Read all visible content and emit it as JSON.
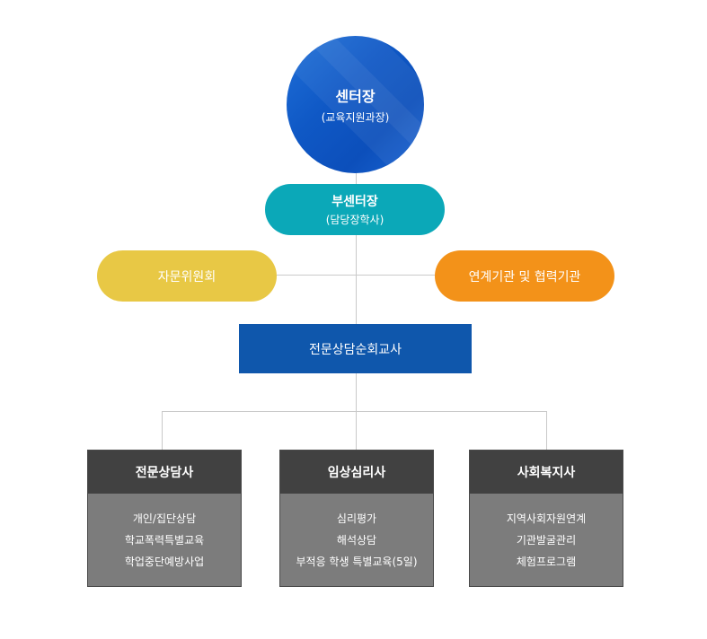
{
  "center": {
    "title": "센터장",
    "subtitle": "(교육지원과장)"
  },
  "vice": {
    "title": "부센터장",
    "subtitle": "(담당장학사)"
  },
  "advisory": {
    "label": "자문위원회"
  },
  "partner": {
    "label": "연계기관 및 협력기관"
  },
  "counselor_teacher": {
    "label": "전문상담순회교사"
  },
  "teams": [
    {
      "title": "전문상담사",
      "items": [
        "개인/집단상담",
        "학교폭력특별교육",
        "학업중단예방사업"
      ]
    },
    {
      "title": "임상심리사",
      "items": [
        "심리평가",
        "해석상담",
        "부적응 학생 특별교육(5일)"
      ]
    },
    {
      "title": "사회복지사",
      "items": [
        "지역사회자원연계",
        "기관발굴관리",
        "체험프로그램"
      ]
    }
  ],
  "colors": {
    "center": "#1560cf",
    "vice": "#0ba8b8",
    "advisory": "#e8c845",
    "partner": "#f39219",
    "counselor_teacher": "#0f57ac",
    "team_header": "#414141",
    "team_body": "#7c7c7c",
    "connector": "#c9c9c9"
  }
}
